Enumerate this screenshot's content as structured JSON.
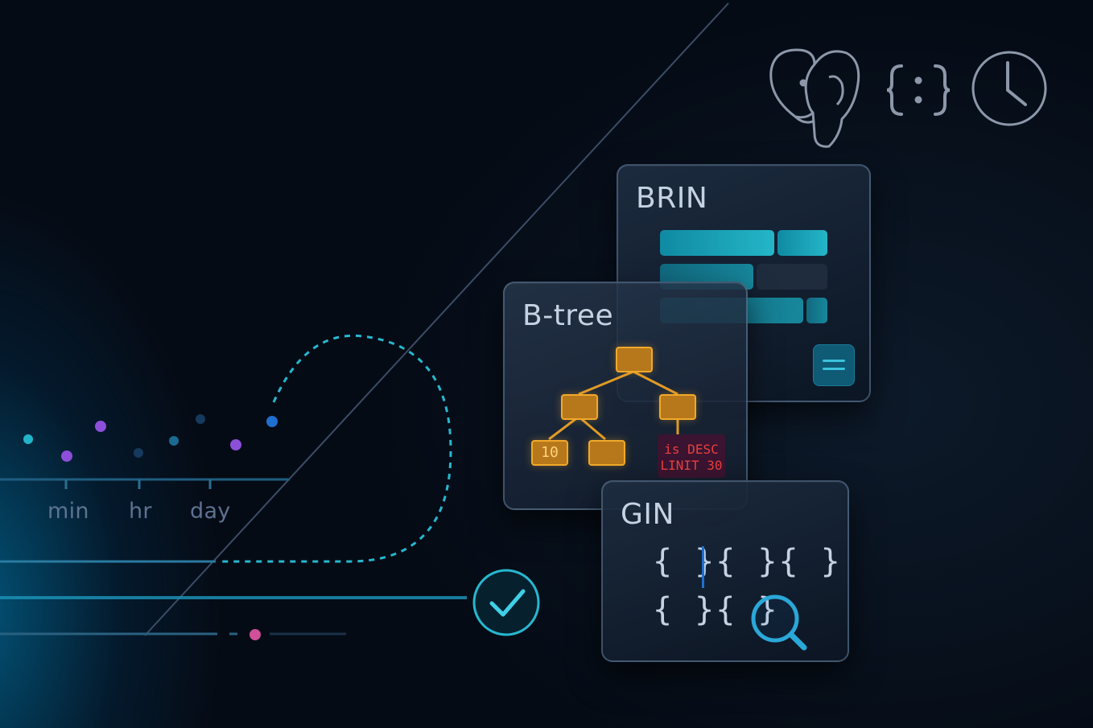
{
  "timeline": {
    "tick_labels": [
      "min",
      "hr",
      "day"
    ]
  },
  "cards": {
    "brin": {
      "title": "BRIN"
    },
    "btree": {
      "title": "B-tree",
      "leaf_value": "10",
      "query_lines": [
        "is DESC",
        "LINIT 30"
      ]
    },
    "gin": {
      "title": "GIN",
      "row1": "{ }{ }{ }",
      "row2": "{ }{ }"
    }
  },
  "icons": [
    "postgres-elephant-icon",
    "json-braces-icon",
    "clock-icon",
    "check-circle-icon",
    "search-icon"
  ],
  "colors": {
    "accent_cyan": "#22b8d4",
    "accent_purple": "#8c4fd9",
    "accent_orange": "#f1a92a",
    "accent_pink": "#d0509a",
    "accent_blue": "#1f6fd0"
  }
}
